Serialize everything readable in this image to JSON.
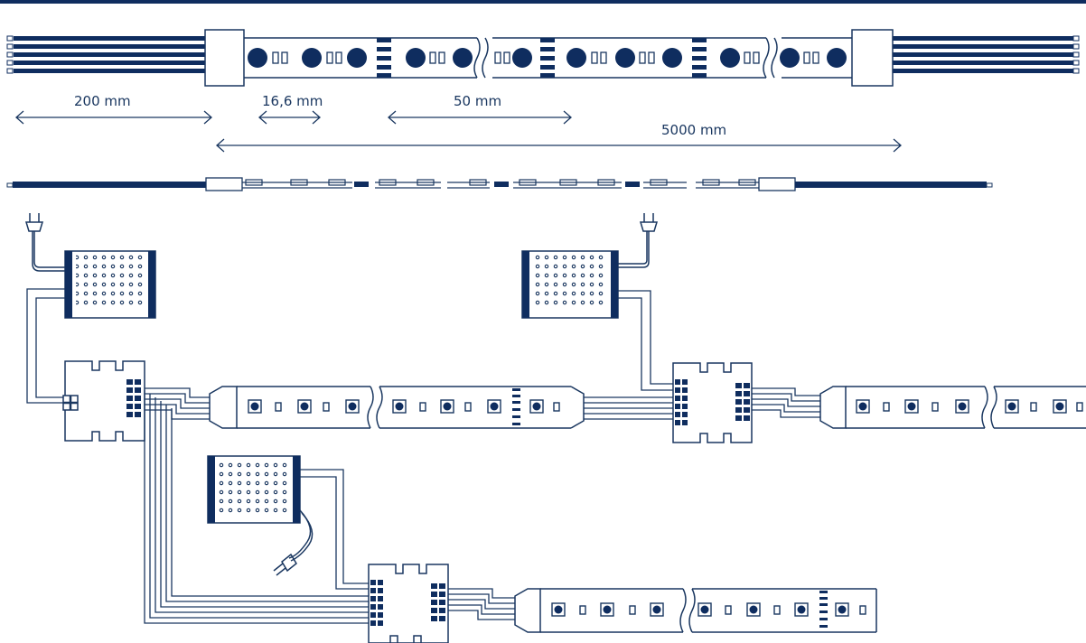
{
  "colors": {
    "primary": "#0f2d5f",
    "line": "#1a3760",
    "background": "#ffffff"
  },
  "dimensions": {
    "lead_length": "200 mm",
    "led_pitch": "16,6 mm",
    "segment_length": "50 mm",
    "strip_length": "5000 mm"
  },
  "icons": [
    "plug-icon",
    "power-supply-icon",
    "rgb-controller-icon",
    "led-strip-icon",
    "connector-icon"
  ]
}
